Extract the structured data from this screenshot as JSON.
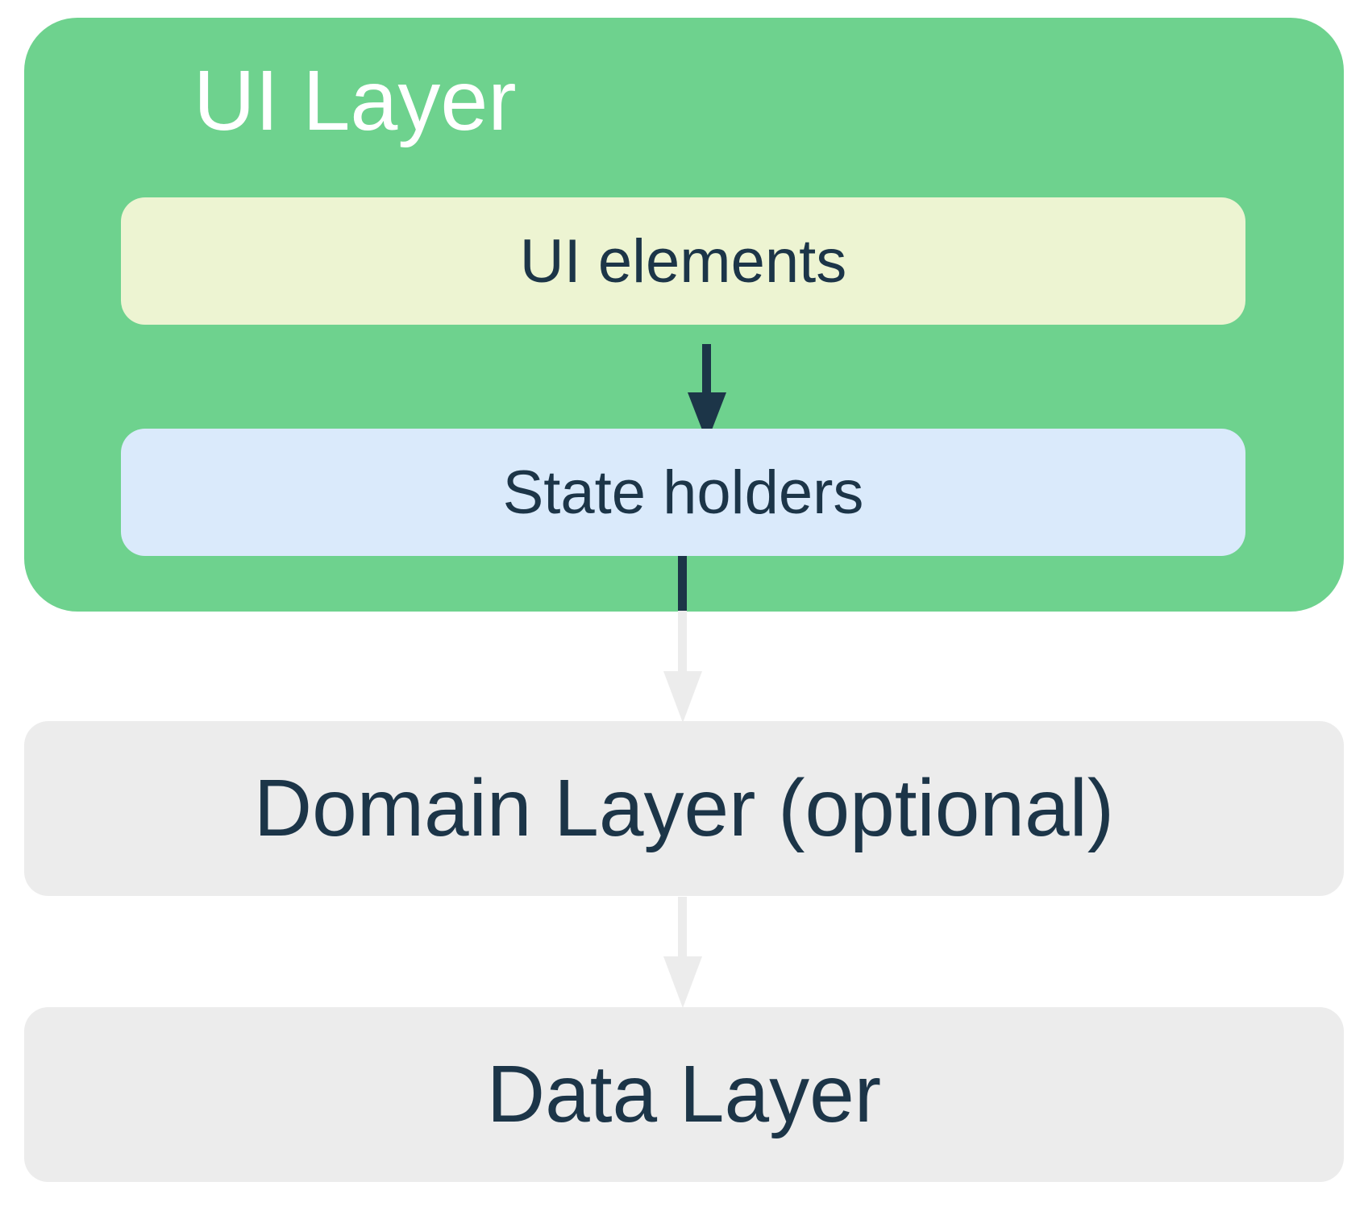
{
  "colors": {
    "canvas-bg": "#ffffff",
    "ui-layer-green": "#6ed28e",
    "ui-elements-yellow": "#edf4d2",
    "state-holders-blue": "#daeafb",
    "layer-gray": "#ececec",
    "text-navy": "#1c3548",
    "title-white": "#ffffff",
    "arrow-navy": "#1c3548",
    "arrow-gray": "#ececec"
  },
  "ui_layer": {
    "title": "UI Layer",
    "ui_elements_label": "UI elements",
    "state_holders_label": "State holders"
  },
  "domain_layer": {
    "label": "Domain Layer (optional)"
  },
  "data_layer": {
    "label": "Data Layer"
  }
}
